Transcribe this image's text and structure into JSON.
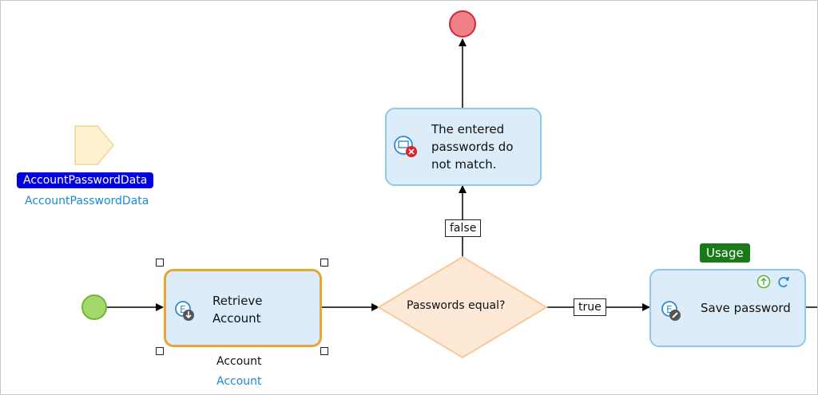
{
  "parameter": {
    "name_badge": "AccountPasswordData",
    "type_caption": "AccountPasswordData"
  },
  "activities": {
    "retrieve": {
      "label": "Retrieve\nAccount",
      "output_name": "Account",
      "output_type": "Account"
    },
    "error_message": {
      "label": "The entered\npasswords do\nnot match."
    },
    "save": {
      "label": "Save password",
      "annotation": "Usage"
    }
  },
  "decision": {
    "label": "Passwords equal?"
  },
  "flows": {
    "false_label": "false",
    "true_label": "true"
  },
  "colors": {
    "parameter_badge": "#0000e0",
    "usage_badge": "#1a7a1a",
    "start_event": "#a4d86a",
    "end_event": "#f08088",
    "activity_fill": "#dcecf8",
    "activity_border": "#8ec8ea",
    "selected_border": "#e8a636",
    "decision_fill": "#fde9d6",
    "decision_border": "#f5c99a",
    "link_text": "#1a8ad8"
  },
  "icons": {
    "retrieve": "retrieve-object-icon",
    "error": "show-message-error-icon",
    "save": "commit-object-icon",
    "refresh": "refresh-icon",
    "upload": "upload-icon"
  }
}
